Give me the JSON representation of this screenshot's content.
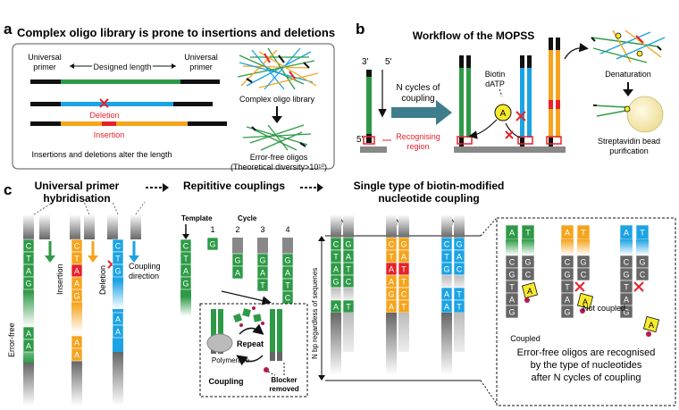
{
  "colors": {
    "green": "#2e9a47",
    "blue": "#1ba3e4",
    "orange": "#f5a41d",
    "red": "#e8202a",
    "black": "#111111",
    "teal": "#3e7d8c",
    "gray": "#666666",
    "yellow": "#f7ea2c",
    "magenta": "#b5174f"
  },
  "panel_a": {
    "letter": "a",
    "title": "Complex oligo library is prone to insertions and deletions",
    "universal_primer": [
      "Universal",
      "primer"
    ],
    "designed_length": "Designed length",
    "deletion": "Deletion",
    "insertion": "Insertion",
    "caption": "Insertions and deletions alter the length",
    "complex_library": "Complex oligo library",
    "error_free_oligos": "Error-free oligos",
    "diversity": "(Theoretical diversity>10¹⁰)"
  },
  "panel_b": {
    "letter": "b",
    "title": "Workflow of the MOPSS",
    "end3": "3'",
    "end5": "5'",
    "n_cycles": [
      "N cycles of",
      "coupling"
    ],
    "biotin": [
      "Biotin",
      "dATP"
    ],
    "biotin_letter": "A",
    "recognising": [
      "Recognising",
      "region"
    ],
    "denaturation": "Denaturation",
    "streptavidin": [
      "Streptavidin bead",
      "purification"
    ]
  },
  "panel_c": {
    "letter": "c",
    "title1": [
      "Universal primer",
      "hybridisation"
    ],
    "title2": "Repititive couplings",
    "title3": [
      "Single type of biotin-modified",
      "nucleotide coupling"
    ],
    "error_free": "Error-free",
    "insertion": "Insertion",
    "deletion": "Deletion",
    "coupling_direction": [
      "Coupling",
      "direction"
    ],
    "template": "Template",
    "cycle": "Cycle",
    "cycle_numbers": [
      "1",
      "2",
      "3",
      "4"
    ],
    "polymerase": "Polymerase",
    "repeat": "Repeat",
    "coupling": "Coupling",
    "blocker_removed": [
      "Blocker",
      "removed"
    ],
    "n_label": "N",
    "n_bp": "N bp regardless of sequenes",
    "coupled": "Coupled",
    "not_coupled": "Not coupled",
    "caption": [
      "Error-free oligos are recognised",
      "by the type of nucleotides",
      "after N cycles of coupling"
    ],
    "seq_error_free": [
      "C",
      "T",
      "A",
      "G"
    ],
    "seq_insertion": [
      "C",
      "T",
      "A",
      "A",
      "G"
    ],
    "seq_deletion": [
      "C",
      "T",
      "G"
    ],
    "tail_a": [
      "A",
      "A"
    ],
    "couple_cycle_letters": [
      "G",
      "A",
      "T",
      "C"
    ],
    "n_col_green": [
      "C",
      "T",
      "A",
      "G",
      "",
      "A"
    ],
    "n_col_green_pair": [
      "G",
      "A",
      "T",
      "C",
      "",
      "T"
    ],
    "n_col_orange": [
      "C",
      "T",
      "A",
      "A",
      "G",
      "A"
    ],
    "n_col_orange_pair": [
      "G",
      "A",
      "T",
      "T",
      "C",
      "T"
    ],
    "n_col_blue": [
      "C",
      "T",
      "G",
      "",
      "A",
      "A"
    ],
    "n_col_blue_pair": [
      "G",
      "A",
      "C",
      "",
      "T",
      "T"
    ],
    "zoom_top_left": [
      "A",
      "T"
    ],
    "zoom_gray": [
      "C",
      "G",
      "T",
      "A",
      "G"
    ],
    "zoom_gray_pair": [
      "G",
      "C",
      "A",
      "T",
      "C"
    ],
    "zoom_a": "A"
  }
}
